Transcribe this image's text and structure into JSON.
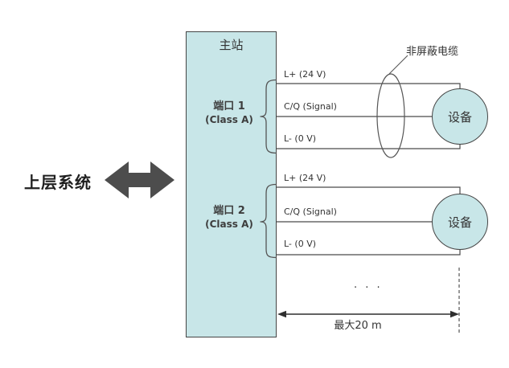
{
  "colors": {
    "box_fill": "#c8e6e8",
    "box_border": "#454545",
    "line": "#4a4a4a",
    "brace": "#555555",
    "arrow_fill": "#4d4d4d",
    "text": "#333333",
    "host_text": "#1f1f1f",
    "bg": "#ffffff"
  },
  "host": {
    "label": "上层系统"
  },
  "master": {
    "title": "主站",
    "ports": [
      {
        "name": "端口 1",
        "class_label": "(Class A)",
        "wires": [
          "L+ (24 V)",
          "C/Q (Signal)",
          "L- (0 V)"
        ]
      },
      {
        "name": "端口 2",
        "class_label": "(Class A)",
        "wires": [
          "L+ (24 V)",
          "C/Q (Signal)",
          "L- (0 V)"
        ]
      }
    ]
  },
  "cable": {
    "label": "非屏蔽电缆"
  },
  "devices": [
    {
      "label": "设备"
    },
    {
      "label": "设备"
    }
  ],
  "more_devices_ellipsis": ". . .",
  "dimension": {
    "label": "最大20 m"
  }
}
